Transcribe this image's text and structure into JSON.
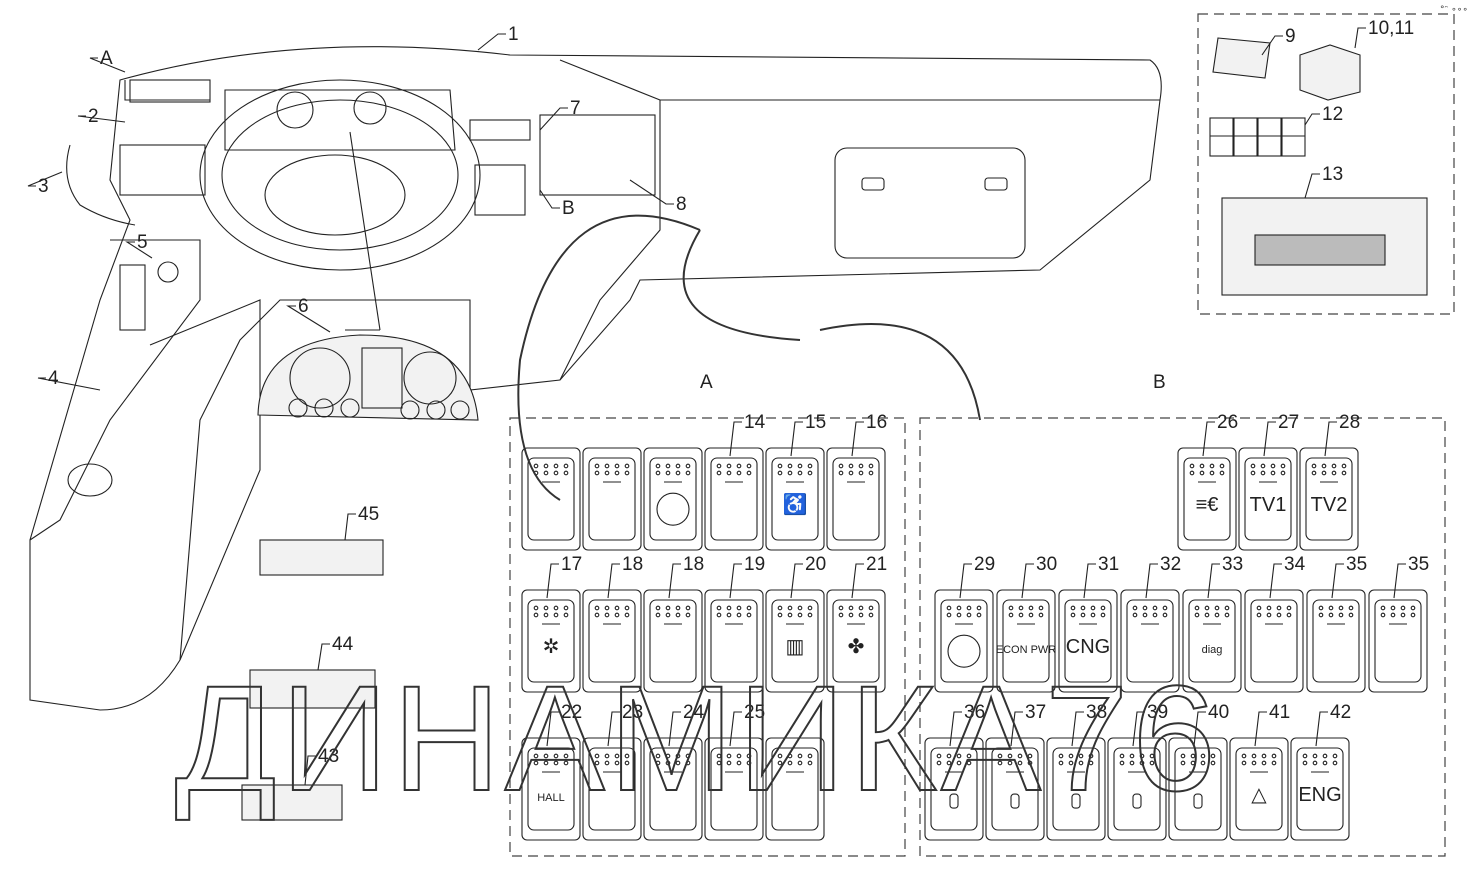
{
  "diagram": {
    "section_labels": {
      "a": "A",
      "b": "B"
    },
    "overview_callouts": [
      "1",
      "2",
      "3",
      "4",
      "5",
      "6",
      "7",
      "8",
      "A",
      "B"
    ],
    "parts_callouts": [
      "9",
      "10,11",
      "12",
      "13"
    ],
    "small_panels": [
      "45",
      "44",
      "43"
    ],
    "group_a_switches": [
      {
        "label": "",
        "symbol": "wiper"
      },
      {
        "label": "",
        "symbol": "washer"
      },
      {
        "label": "",
        "symbol": "dial"
      },
      {
        "label": "14",
        "symbol": "blank"
      },
      {
        "label": "15",
        "symbol": "♿"
      },
      {
        "label": "16",
        "symbol": "slope"
      },
      {
        "label": "17",
        "symbol": "✲"
      },
      {
        "label": "18",
        "symbol": "seat"
      },
      {
        "label": "18",
        "symbol": "seat"
      },
      {
        "label": "19",
        "symbol": "mirror"
      },
      {
        "label": "20",
        "symbol": "▥"
      },
      {
        "label": "21",
        "symbol": "✤"
      },
      {
        "label": "22",
        "symbol": "HALL"
      },
      {
        "label": "23",
        "symbol": "lamp"
      },
      {
        "label": "24",
        "symbol": "dome"
      },
      {
        "label": "25",
        "symbol": "wipe"
      },
      {
        "label": "",
        "symbol": "blank"
      }
    ],
    "group_b_switches": [
      {
        "label": "26",
        "symbol": "≡€"
      },
      {
        "label": "27",
        "symbol": "TV1"
      },
      {
        "label": "28",
        "symbol": "TV2"
      },
      {
        "label": "29",
        "symbol": "gauge"
      },
      {
        "label": "30",
        "symbol": "ECON PWR"
      },
      {
        "label": "31",
        "symbol": "CNG"
      },
      {
        "label": "32",
        "symbol": "sun"
      },
      {
        "label": "33",
        "symbol": "diag"
      },
      {
        "label": "34",
        "symbol": "seat"
      },
      {
        "label": "35",
        "symbol": "seat"
      },
      {
        "label": "35",
        "symbol": "seat"
      },
      {
        "label": "36",
        "symbol": "door"
      },
      {
        "label": "37",
        "symbol": "door"
      },
      {
        "label": "38",
        "symbol": "door"
      },
      {
        "label": "39",
        "symbol": "door"
      },
      {
        "label": "40",
        "symbol": "door"
      },
      {
        "label": "41",
        "symbol": "△"
      },
      {
        "label": "42",
        "symbol": "ENG"
      }
    ],
    "watermark": "ДИНАМИКА76",
    "corner_mark": "°ᵔ ∘∘∘"
  }
}
